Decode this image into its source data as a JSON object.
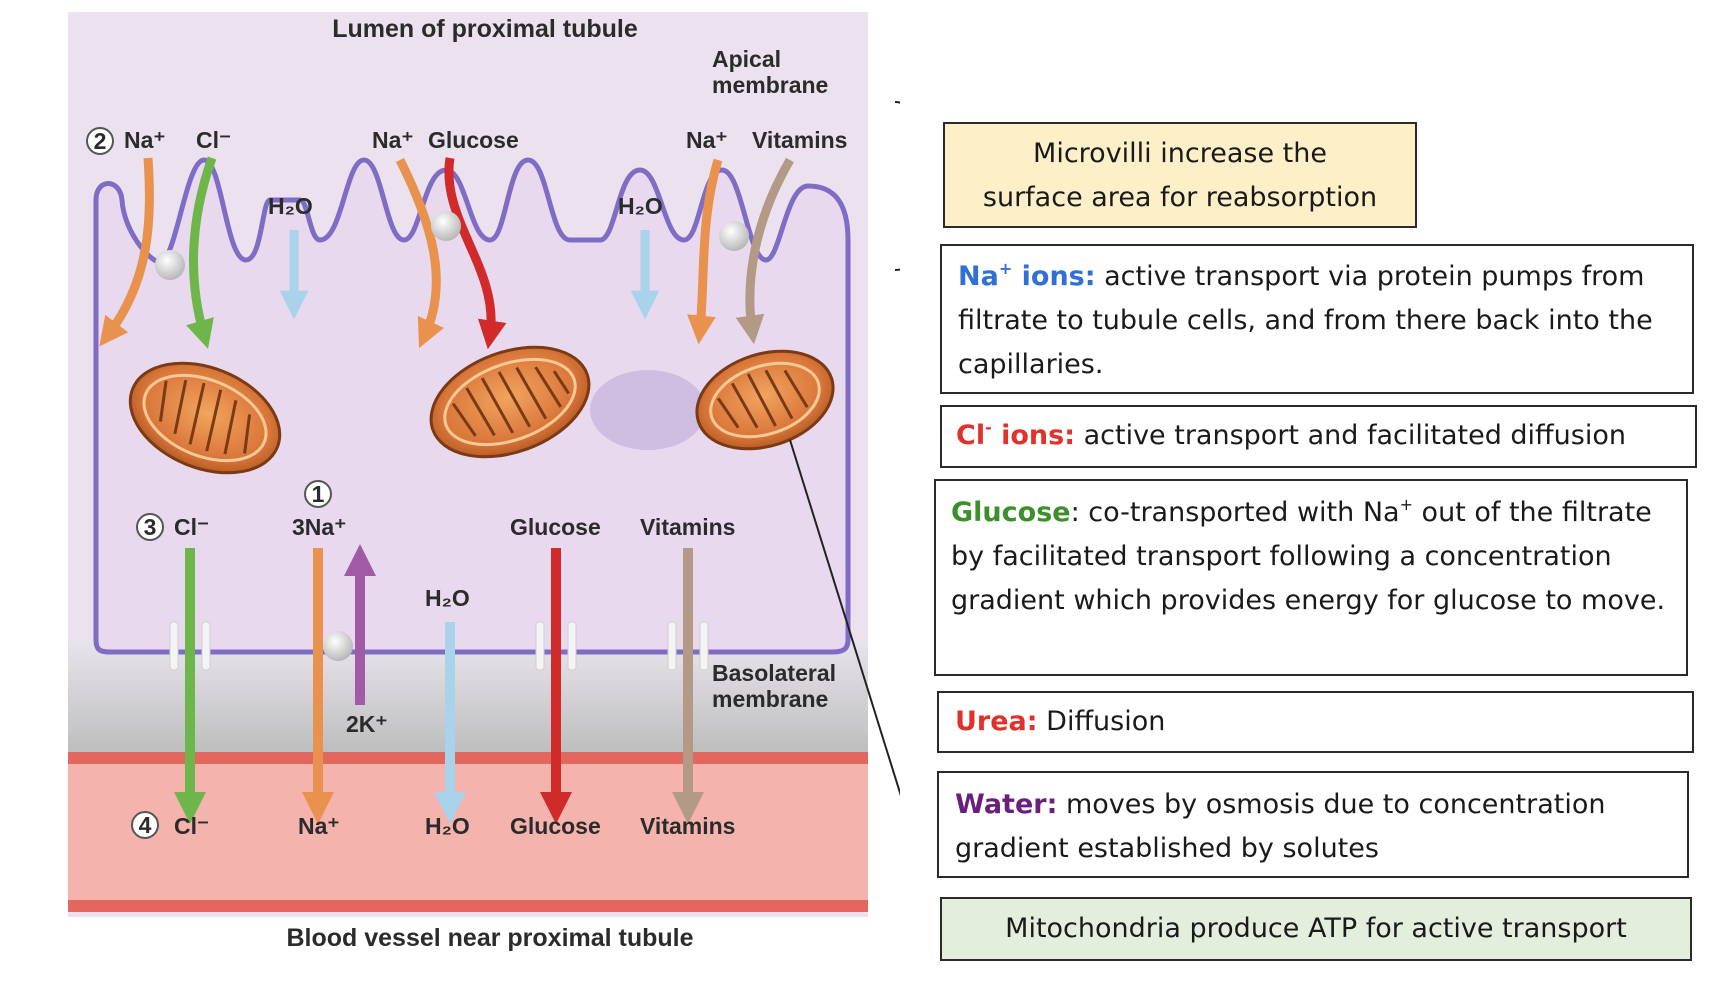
{
  "diagram": {
    "lumen_title": "Lumen of proximal tubule",
    "apical_membrane": [
      "Apical",
      "membrane"
    ],
    "basolateral_membrane": [
      "Basolateral",
      "membrane"
    ],
    "blood_vessel_title": "Blood vessel near proximal tubule",
    "step_numbers": [
      "1",
      "2",
      "3",
      "4"
    ],
    "apical_labels": {
      "na_cl_na": "Na⁺",
      "na_cl_cl": "Cl⁻",
      "na_glucose_na": "Na⁺",
      "na_glucose_glucose": "Glucose",
      "na_vitamins_na": "Na⁺",
      "na_vitamins_vitamins": "Vitamins",
      "h2o_left": "H₂O",
      "h2o_right": "H₂O"
    },
    "basolateral_labels": {
      "cl": "Cl⁻",
      "na3": "3Na⁺",
      "h2o": "H₂O",
      "glucose": "Glucose",
      "vitamins": "Vitamins",
      "k2": "2K⁺"
    },
    "blood_labels": {
      "cl": "Cl⁻",
      "na": "Na⁺",
      "h2o": "H₂O",
      "glucose": "Glucose",
      "vitamins": "Vitamins"
    }
  },
  "boxes": {
    "microvilli": {
      "line1": "Microvilli increase the",
      "line2": "surface area for reabsorption"
    },
    "na": {
      "keyword": "Na",
      "sup": "+",
      "keyword_rest": " ions:",
      "text": " active transport via protein pumps from filtrate to tubule cells, and from there back into the capillaries."
    },
    "cl": {
      "keyword": "Cl",
      "sup": "-",
      "keyword_rest": " ions:",
      "text": " active transport and facilitated diffusion"
    },
    "glucose": {
      "keyword": "Glucose",
      "text_before_sup": ": co-transported with Na",
      "sup": "+",
      "text_after_sup": " out of the filtrate by facilitated transport following a concentration gradient which provides energy for glucose to move."
    },
    "urea": {
      "keyword": "Urea:",
      "text": " Diffusion"
    },
    "water": {
      "keyword": "Water:",
      "text": " moves by osmosis due to concentration gradient established by solutes"
    },
    "mitochondria": {
      "text": "Mitochondria produce ATP for active transport"
    }
  },
  "colors": {
    "na_keyword": "#2f6fd6",
    "cl_keyword": "#e0312b",
    "glucose_keyword": "#3c8f2a",
    "urea_keyword": "#e0312b",
    "water_keyword": "#6b1f7c",
    "sodium_arrow": "#e8924d",
    "chloride_arrow": "#6fb64a",
    "glucose_arrow": "#d02a2a",
    "vitamins_arrow": "#b39a86",
    "water_arrow": "#a9d3ea",
    "potassium_arrow": "#a05aa6",
    "membrane": "#7f6cc4",
    "cell_fill": "#e8d9ee",
    "blood_fill": "#f4b3ad"
  },
  "icons": [
    "mitochondrion-icon",
    "channel-protein-icon",
    "carrier-protein-icon"
  ]
}
